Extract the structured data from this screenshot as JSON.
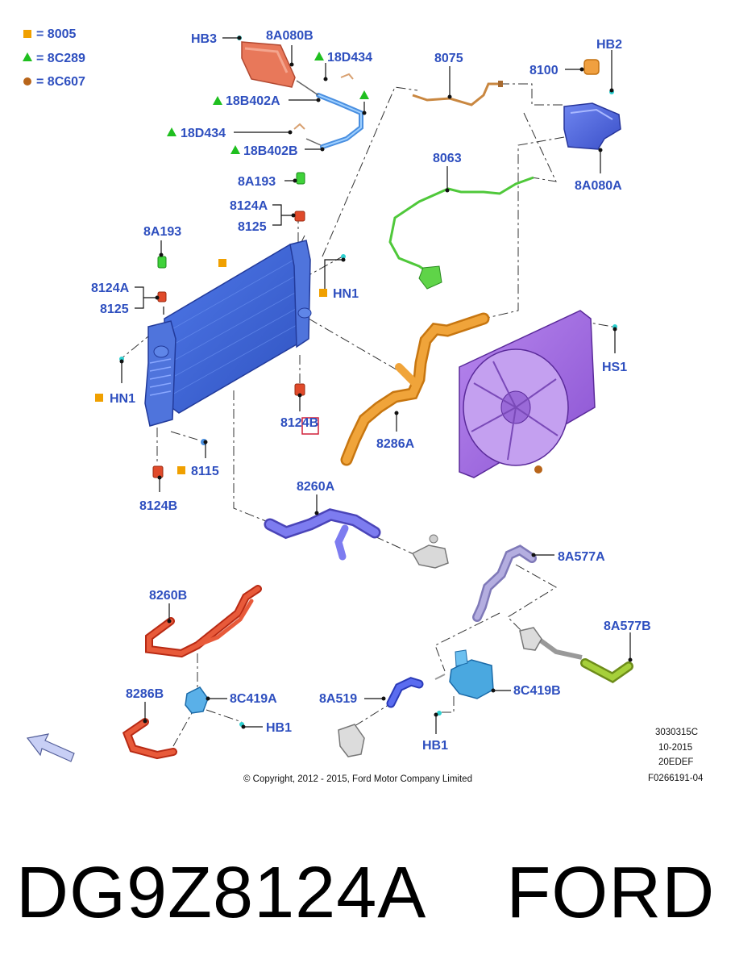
{
  "legend": [
    {
      "symbol": "square",
      "color": "#f0a000",
      "text": "= 8005"
    },
    {
      "symbol": "triangle",
      "color": "#1fbf1f",
      "text": "= 8C289"
    },
    {
      "symbol": "circle",
      "color": "#b8651a",
      "text": "= 8C607"
    }
  ],
  "labels": {
    "hb3": "HB3",
    "p8a080b": "8A080B",
    "p18d434_top": "18D434",
    "p18b402a": "18B402A",
    "p18d434_mid": "18D434",
    "p18b402b": "18B402B",
    "p8075": "8075",
    "p8100": "8100",
    "hb2": "HB2",
    "p8063": "8063",
    "p8a080a": "8A080A",
    "p8a193_top": "8A193",
    "p8124a_top": "8124A",
    "p8125_top": "8125",
    "p8a193_left": "8A193",
    "p8124a_left": "8124A",
    "p8125_left": "8125",
    "hn1_right": "HN1",
    "hn1_left": "HN1",
    "p8124b_mid": "8124B",
    "p8286a": "8286A",
    "hs1": "HS1",
    "p8115": "8115",
    "p8124b_bottom": "8124B",
    "p8260a": "8260A",
    "p8a577a": "8A577A",
    "p8260b": "8260B",
    "p8a577b": "8A577B",
    "p8286b": "8286B",
    "p8c419a": "8C419A",
    "hb1_left": "HB1",
    "p8a519": "8A519",
    "p8c419b": "8C419B",
    "hb1_right": "HB1"
  },
  "illustration": {
    "code_1": "3030315C",
    "code_2": "10-2015",
    "code_3": "20EDEF",
    "code_4": "F0266191-04",
    "copyright": "© Copyright, 2012 - 2015, Ford Motor Company Limited"
  },
  "part_caption": "DG9Z8124A    FORD",
  "colors": {
    "label_blue": "#2e4fbf",
    "radiator_blue": "#3f66d6",
    "hose_orange": "#e79a2a",
    "fan_purple": "#a46be0",
    "hose_red": "#e0452a",
    "hose_violet": "#6e6ee0",
    "pump_cyan": "#4aa8e0",
    "hose_green": "#6fd44a",
    "overflow_hose": "#c98740",
    "highlight_red": "#d0203a"
  }
}
